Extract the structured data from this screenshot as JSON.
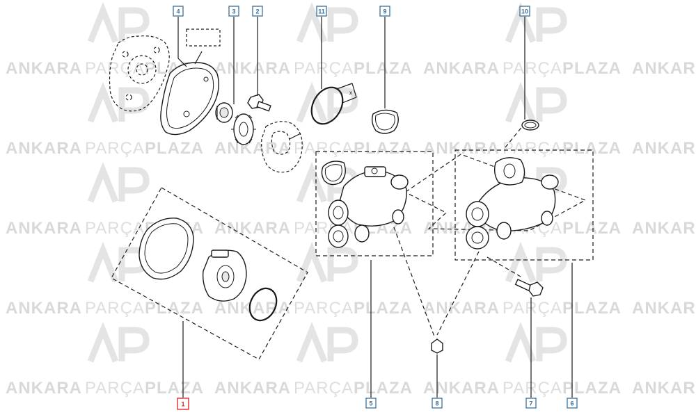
{
  "watermark": {
    "word_ankara": "ANKARA",
    "word_parca": "PARÇA",
    "word_plaza": "PLAZA",
    "word_ankara_tail": "ANKAR",
    "logo_letters": "AP"
  },
  "callouts": {
    "c1": "1",
    "c2": "2",
    "c3": "3",
    "c4": "4",
    "c5": "5",
    "c6": "6",
    "c7": "7",
    "c8": "8",
    "c9": "9",
    "c10": "10",
    "c11": "11"
  },
  "dimension_label": "x",
  "colors": {
    "callout_default": "#3a6f9a",
    "callout_highlight": "#e0191f",
    "line": "#1a1a1a",
    "watermark": "#d9d9d9"
  }
}
